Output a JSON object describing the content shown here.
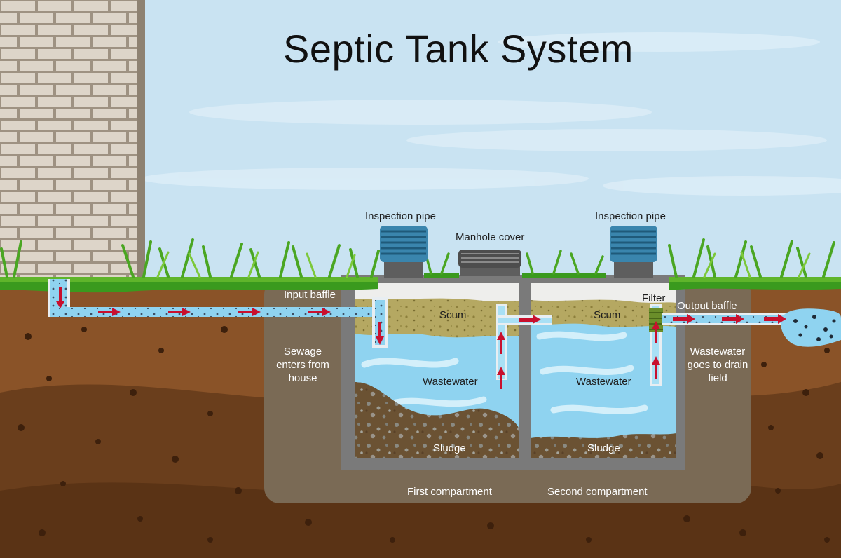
{
  "diagram": {
    "title": "Septic Tank System",
    "labels": {
      "inspection_pipe_left": "Inspection pipe",
      "manhole_cover": "Manhole cover",
      "inspection_pipe_right": "Inspection pipe",
      "input_baffle": "Input baffle",
      "scum_first": "Scum",
      "scum_second": "Scum",
      "filter": "Filter",
      "output_baffle": "Output baffle",
      "sewage_enters": "Sewage enters from house",
      "wastewater_first": "Wastewater",
      "wastewater_second": "Wastewater",
      "drain_field": "Wastewater goes to drain field",
      "sludge_first": "Sludge",
      "sludge_second": "Sludge",
      "first_compartment": "First compartment",
      "second_compartment": "Second compartment"
    }
  },
  "colors": {
    "sky": "#c9e3f2",
    "brick": "#ddd5c9",
    "mortar": "#9e9282",
    "grass": "#3a9a1e",
    "soil_top": "#8a5328",
    "soil_deep": "#6a3e1c",
    "tank_wall": "#7a7a7a",
    "wastewater": "#8fd3f0",
    "scum": "#b5a862",
    "sludge": "#6b5233",
    "flow_arrow": "#c8102e"
  }
}
